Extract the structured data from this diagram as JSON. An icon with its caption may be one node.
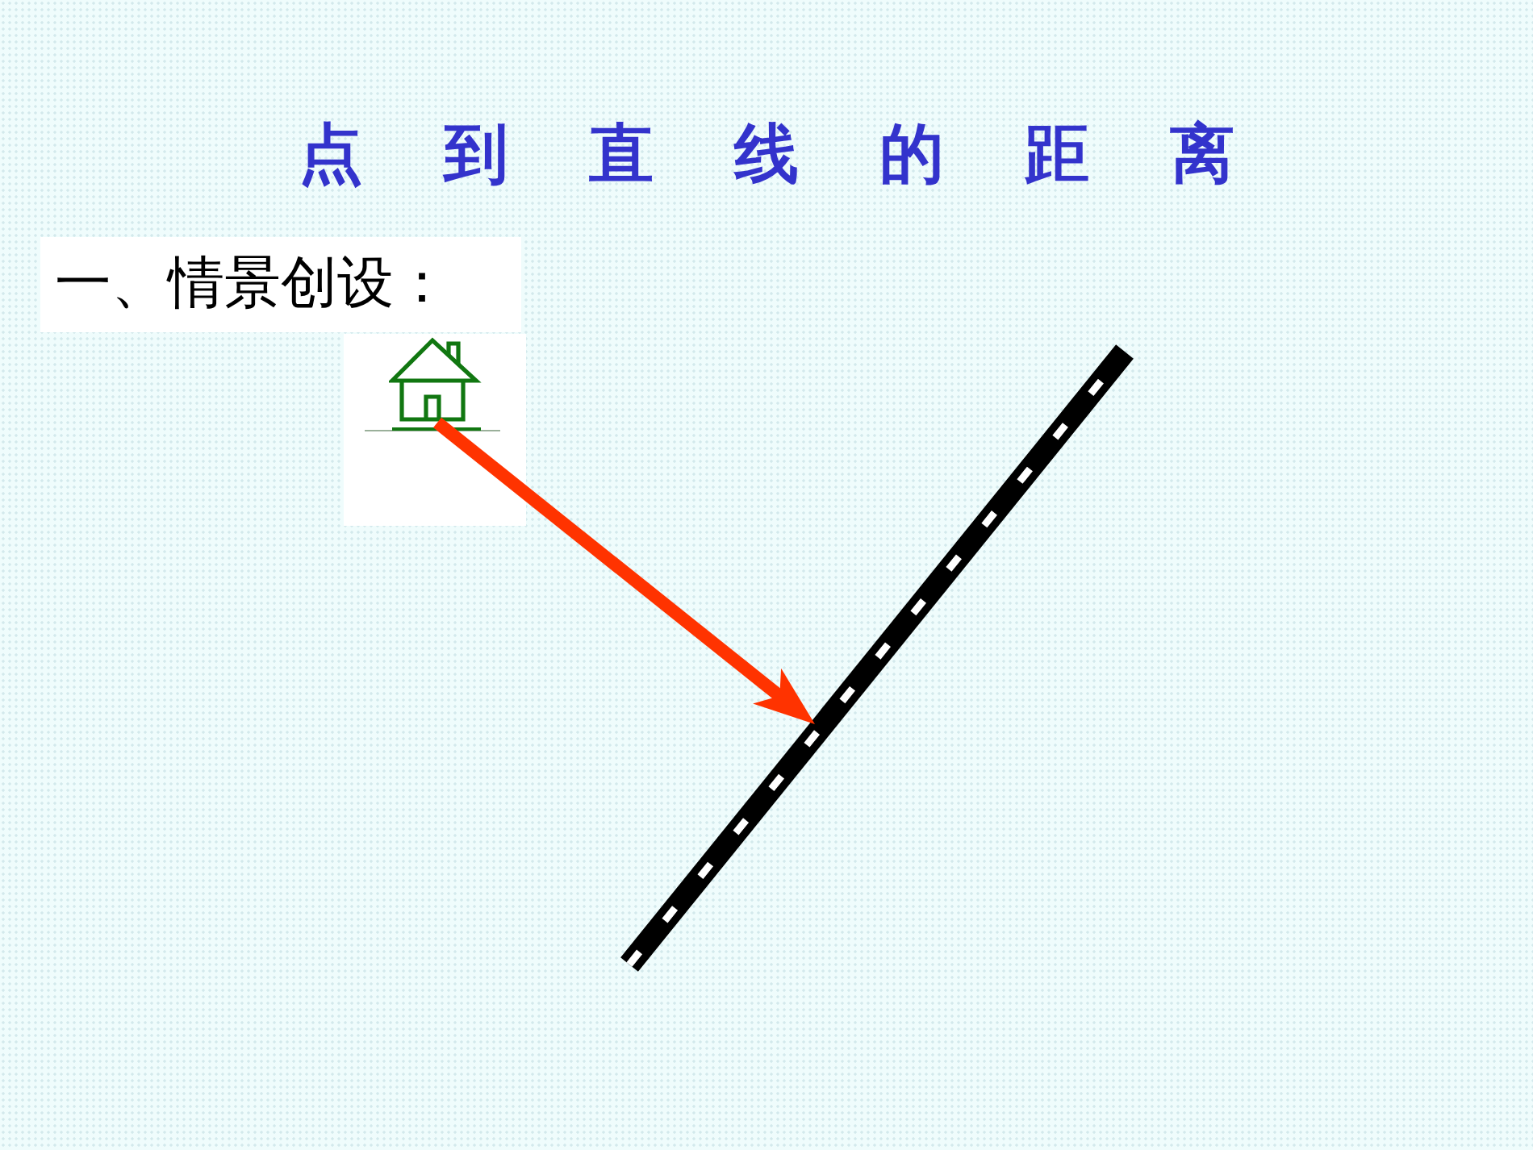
{
  "diagram": {
    "title": "点 到 直 线 的 距 离",
    "nodes": [
      {
        "text": [],
        "shape": "picture"
      },
      {
        "text": [],
        "shape": "bar"
      }
    ],
    "edges": [
      {
        "from": 0,
        "to": 1,
        "arrow": "to",
        "color": "#ff3300"
      }
    ],
    "labels": [
      "一、情景创设："
    ]
  }
}
